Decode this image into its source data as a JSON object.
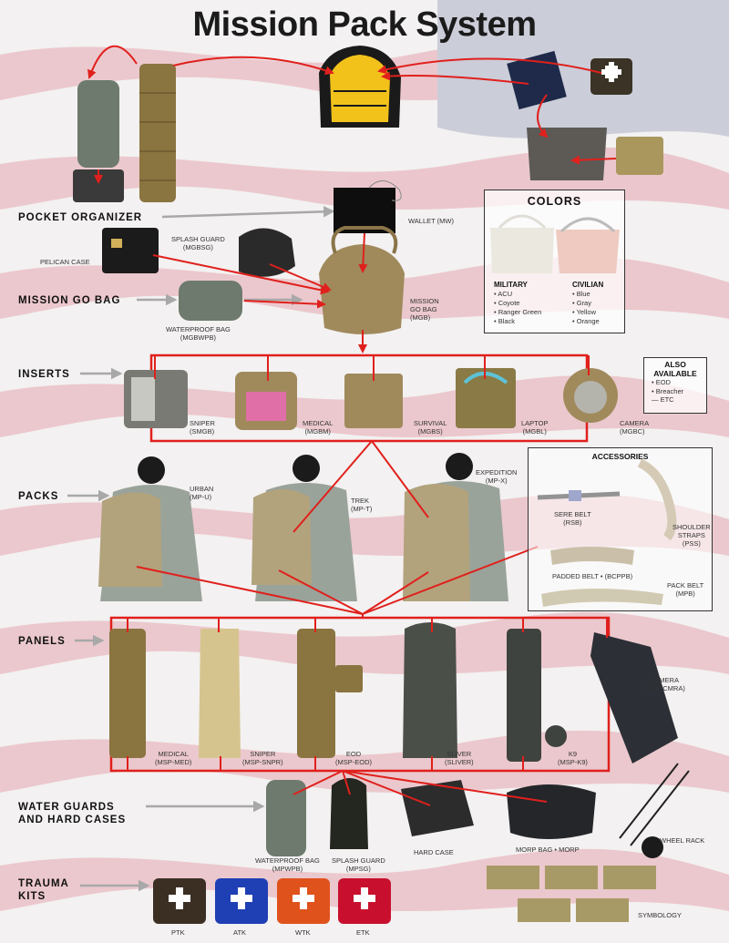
{
  "title": "Mission Pack System",
  "sections": {
    "pocket_organizer": "POCKET ORGANIZER",
    "mission_go_bag": "MISSION GO BAG",
    "inserts": "INSERTS",
    "packs": "PACKS",
    "panels": "PANELS",
    "water_guards_1": "WATER GUARDS",
    "water_guards_2": "AND HARD CASES",
    "trauma_1": "TRAUMA",
    "trauma_2": "KITS"
  },
  "top_labels": {
    "wallet": "WALLET (MW)",
    "pelican": "PELICAN CASE",
    "splash_1": "SPLASH GUARD",
    "splash_2": "(MGBSG)",
    "waterproof_1": "WATERPROOF BAG",
    "waterproof_2": "(MGBWPB)",
    "mgb_1": "MISSION",
    "mgb_2": "GO BAG",
    "mgb_3": "(MGB)"
  },
  "colors_box": {
    "title": "COLORS",
    "military_title": "MILITARY",
    "military": [
      "• ACU",
      "• Coyote",
      "• Ranger Green",
      "• Black"
    ],
    "civilian_title": "CIVILIAN",
    "civilian": [
      "• Blue",
      "• Gray",
      "• Yellow",
      "• Orange"
    ]
  },
  "also_available": {
    "title_1": "ALSO",
    "title_2": "AVAILABLE",
    "items": [
      "• EOD",
      "• Breacher",
      "— ETC"
    ]
  },
  "inserts": [
    {
      "name": "SNIPER",
      "code": "(SMGB)"
    },
    {
      "name": "MEDICAL",
      "code": "(MGBM)"
    },
    {
      "name": "SURVIVAL",
      "code": "(MGBS)"
    },
    {
      "name": "LAPTOP",
      "code": "(MGBL)"
    },
    {
      "name": "CAMERA",
      "code": "(MGBC)"
    }
  ],
  "packs": [
    {
      "name": "URBAN",
      "code": "(MP-U)"
    },
    {
      "name": "TREK",
      "code": "(MP-T)"
    },
    {
      "name": "EXPEDITION",
      "code": "(MP-X)"
    }
  ],
  "accessories": {
    "title": "ACCESSORIES",
    "sere_1": "SERE BELT",
    "sere_2": "(RSB)",
    "straps_1": "SHOULDER",
    "straps_2": "STRAPS",
    "straps_3": "(PSS)",
    "padded": "PADDED BELT • (BCPPB)",
    "pack_belt_1": "PACK BELT",
    "pack_belt_2": "(MPB)"
  },
  "panels": [
    {
      "name": "MEDICAL",
      "code": "(MSP-MED)"
    },
    {
      "name": "SNIPER",
      "code": "(MSP-SNPR)"
    },
    {
      "name": "EOD",
      "code": "(MSP-EOD)"
    },
    {
      "name": "SLIVER",
      "code": "(SLIVER)"
    },
    {
      "name": "K9",
      "code": "(MSP-K9)"
    },
    {
      "name": "CAMERA",
      "code": "(MSP-CMRA)"
    }
  ],
  "bottom_labels": {
    "waterproof_1": "WATERPROOF BAG",
    "waterproof_2": "(MPWPB)",
    "splash_1": "SPLASH GUARD",
    "splash_2": "(MPSG)",
    "hard_case": "HARD CASE",
    "morp": "MORP BAG • MORP",
    "wheel_rack": "WHEEL RACK",
    "symbology": "SYMBOLOGY"
  },
  "trauma_kits": [
    {
      "code": "PTK",
      "color": "#3b2f24"
    },
    {
      "code": "ATK",
      "color": "#1f3fb4"
    },
    {
      "code": "WTK",
      "color": "#e0521c"
    },
    {
      "code": "ETK",
      "color": "#c8102e"
    }
  ],
  "colors": {
    "connector": "#e0201c",
    "gray_arrow": "#a8a8a8",
    "coyote": "#a08a5c",
    "ranger_green": "#5f5f3f",
    "acu": "#9ea39a"
  }
}
